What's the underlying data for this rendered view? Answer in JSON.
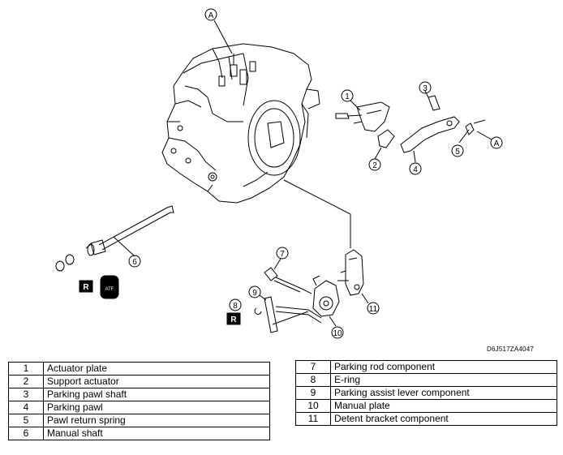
{
  "diagram": {
    "reference_code": "D6J517ZA4047",
    "callouts": [
      {
        "id": "A",
        "text": "A"
      },
      {
        "id": "A2",
        "text": "A"
      },
      {
        "id": "1",
        "text": "1"
      },
      {
        "id": "2",
        "text": "2"
      },
      {
        "id": "3",
        "text": "3"
      },
      {
        "id": "4",
        "text": "4"
      },
      {
        "id": "5",
        "text": "5"
      },
      {
        "id": "6",
        "text": "6"
      },
      {
        "id": "7",
        "text": "7"
      },
      {
        "id": "8",
        "text": "8"
      },
      {
        "id": "9",
        "text": "9"
      },
      {
        "id": "10",
        "text": "10"
      },
      {
        "id": "11",
        "text": "11"
      }
    ],
    "badges": {
      "replace_label": "R",
      "replace_label_2": "R",
      "atf_label": "ATF"
    }
  },
  "legend_left": [
    {
      "num": "1",
      "name": "Actuator plate"
    },
    {
      "num": "2",
      "name": "Support actuator"
    },
    {
      "num": "3",
      "name": "Parking pawl shaft"
    },
    {
      "num": "4",
      "name": "Parking pawl"
    },
    {
      "num": "5",
      "name": "Pawl return spring"
    },
    {
      "num": "6",
      "name": "Manual shaft"
    }
  ],
  "legend_right": [
    {
      "num": "7",
      "name": "Parking rod component"
    },
    {
      "num": "8",
      "name": "E-ring"
    },
    {
      "num": "9",
      "name": "Parking assist lever component"
    },
    {
      "num": "10",
      "name": "Manual plate"
    },
    {
      "num": "11",
      "name": "Detent bracket component"
    }
  ]
}
